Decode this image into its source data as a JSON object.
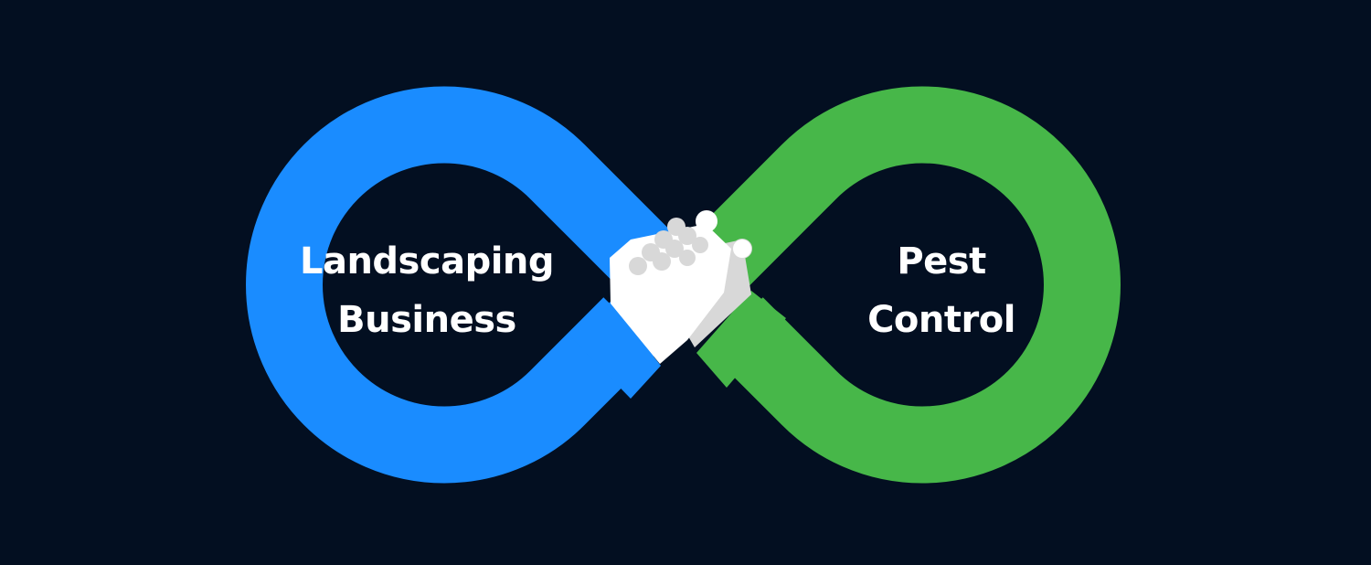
{
  "diagram": {
    "left_loop": {
      "label_line1": "Landscaping",
      "label_line2": "Business",
      "color": "#1A8CFF"
    },
    "right_loop": {
      "label_line1": "Pest",
      "label_line2": "Control",
      "color": "#47B749"
    },
    "background_color": "#030F21",
    "center_icon": "handshake-icon",
    "hand_color": "#FFFFFF",
    "hand_shadow_color": "#D8D8D8"
  }
}
